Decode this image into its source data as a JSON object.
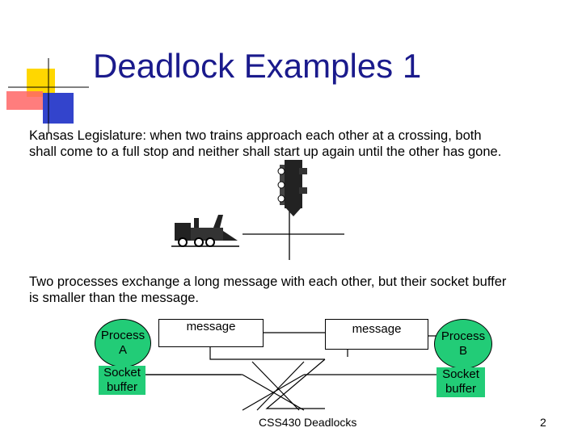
{
  "title": "Deadlock Examples 1",
  "kansas_text": {
    "line1": "Kansas Legislature: when two trains approach each other at a crossing, both",
    "line2": "shall come to  a full stop and neither shall start up again until the other has gone."
  },
  "process_text": {
    "line1": "Two processes exchange a long message with each other, but their socket buffer",
    "line2": "is smaller than the message."
  },
  "diagram": {
    "process_a": {
      "line1": "Process",
      "line2": "A"
    },
    "process_b": {
      "line1": "Process",
      "line2": "B"
    },
    "message_a": "message",
    "message_b": "message",
    "socket_buffer_a": {
      "line1": "Socket",
      "line2": "buffer"
    },
    "socket_buffer_b": {
      "line1": "Socket",
      "line2": "buffer"
    }
  },
  "footer": {
    "course": "CSS430 Deadlocks",
    "page": "2"
  },
  "colors": {
    "title": "#1a1a8c",
    "process_fill": "#22cc77",
    "deco_yellow": "#ffd700",
    "deco_blue": "#3344cc",
    "deco_red": "#ff5555"
  }
}
